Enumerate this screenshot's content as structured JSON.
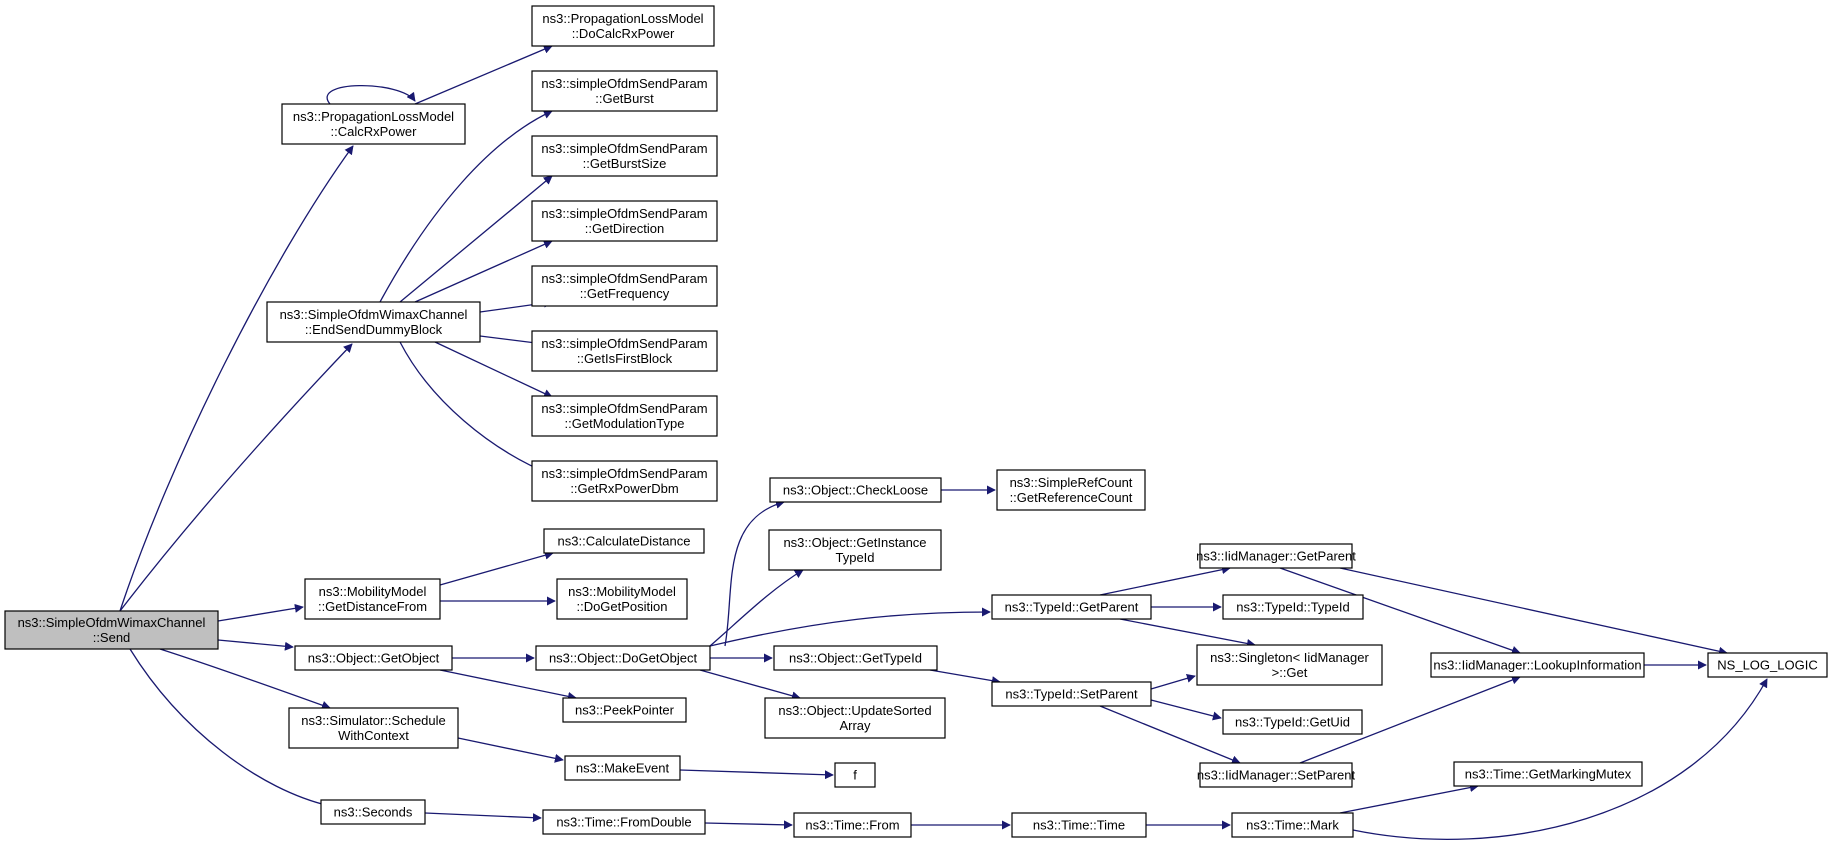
{
  "colors": {
    "edge": "#191970",
    "root_fill": "#bfbfbf",
    "node_fill": "#ffffff",
    "border": "#000000"
  },
  "nodes": [
    {
      "id": "send",
      "root": true,
      "lines": [
        "ns3::SimpleOfdmWimaxChannel",
        "::Send"
      ]
    },
    {
      "id": "calcRx",
      "lines": [
        "ns3::PropagationLossModel",
        "::CalcRxPower"
      ]
    },
    {
      "id": "doCalcRx",
      "lines": [
        "ns3::PropagationLossModel",
        "::DoCalcRxPower"
      ]
    },
    {
      "id": "getBurst",
      "lines": [
        "ns3::simpleOfdmSendParam",
        "::GetBurst"
      ]
    },
    {
      "id": "getBurstSize",
      "lines": [
        "ns3::simpleOfdmSendParam",
        "::GetBurstSize"
      ]
    },
    {
      "id": "getDirection",
      "lines": [
        "ns3::simpleOfdmSendParam",
        "::GetDirection"
      ]
    },
    {
      "id": "getFrequency",
      "lines": [
        "ns3::simpleOfdmSendParam",
        "::GetFrequency"
      ]
    },
    {
      "id": "getIsFirstBlock",
      "lines": [
        "ns3::simpleOfdmSendParam",
        "::GetIsFirstBlock"
      ]
    },
    {
      "id": "getModType",
      "lines": [
        "ns3::simpleOfdmSendParam",
        "::GetModulationType"
      ]
    },
    {
      "id": "getRxPowerDbm",
      "lines": [
        "ns3::simpleOfdmSendParam",
        "::GetRxPowerDbm"
      ]
    },
    {
      "id": "endSend",
      "lines": [
        "ns3::SimpleOfdmWimaxChannel",
        "::EndSendDummyBlock"
      ]
    },
    {
      "id": "mobDist",
      "lines": [
        "ns3::MobilityModel",
        "::GetDistanceFrom"
      ]
    },
    {
      "id": "calcDist",
      "lines": [
        "ns3::CalculateDistance"
      ]
    },
    {
      "id": "doGetPos",
      "lines": [
        "ns3::MobilityModel",
        "::DoGetPosition"
      ]
    },
    {
      "id": "getObject",
      "lines": [
        "ns3::Object::GetObject"
      ]
    },
    {
      "id": "doGetObject",
      "lines": [
        "ns3::Object::DoGetObject"
      ]
    },
    {
      "id": "peekPtr",
      "lines": [
        "ns3::PeekPointer"
      ]
    },
    {
      "id": "schedCtx",
      "lines": [
        "ns3::Simulator::Schedule",
        "WithContext"
      ]
    },
    {
      "id": "makeEvent",
      "lines": [
        "ns3::MakeEvent"
      ]
    },
    {
      "id": "f",
      "lines": [
        "f"
      ]
    },
    {
      "id": "seconds",
      "lines": [
        "ns3::Seconds"
      ]
    },
    {
      "id": "fromDouble",
      "lines": [
        "ns3::Time::FromDouble"
      ]
    },
    {
      "id": "timeFrom",
      "lines": [
        "ns3::Time::From"
      ]
    },
    {
      "id": "timeTime",
      "lines": [
        "ns3::Time::Time"
      ]
    },
    {
      "id": "timeMark",
      "lines": [
        "ns3::Time::Mark"
      ]
    },
    {
      "id": "getMarkMutex",
      "lines": [
        "ns3::Time::GetMarkingMutex"
      ]
    },
    {
      "id": "checkLoose",
      "lines": [
        "ns3::Object::CheckLoose"
      ]
    },
    {
      "id": "getRefCount",
      "lines": [
        "ns3::SimpleRefCount",
        "::GetReferenceCount"
      ]
    },
    {
      "id": "getInstTid",
      "lines": [
        "ns3::Object::GetInstance",
        "TypeId"
      ]
    },
    {
      "id": "getTypeId",
      "lines": [
        "ns3::Object::GetTypeId"
      ]
    },
    {
      "id": "updSorted",
      "lines": [
        "ns3::Object::UpdateSorted",
        "Array"
      ]
    },
    {
      "id": "tidGetParent",
      "lines": [
        "ns3::TypeId::GetParent"
      ]
    },
    {
      "id": "tidSetParent",
      "lines": [
        "ns3::TypeId::SetParent"
      ]
    },
    {
      "id": "tidTypeId",
      "lines": [
        "ns3::TypeId::TypeId"
      ]
    },
    {
      "id": "singleton",
      "lines": [
        "ns3::Singleton< IidManager",
        "  >::Get"
      ]
    },
    {
      "id": "tidGetUid",
      "lines": [
        "ns3::TypeId::GetUid"
      ]
    },
    {
      "id": "iidGetParent",
      "lines": [
        "ns3::IidManager::GetParent"
      ]
    },
    {
      "id": "iidSetParent",
      "lines": [
        "ns3::IidManager::SetParent"
      ]
    },
    {
      "id": "iidLookup",
      "lines": [
        "ns3::IidManager::LookupInformation"
      ]
    },
    {
      "id": "nsLog",
      "lines": [
        "NS_LOG_LOGIC"
      ]
    }
  ]
}
